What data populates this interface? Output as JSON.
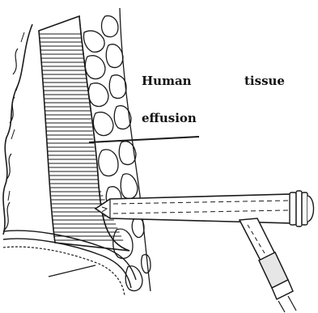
{
  "annotation": {
    "word1": "Human",
    "word2": "tissue",
    "line2": "effusion"
  },
  "colors": {
    "ink": "#1a1a1a",
    "background": "#ffffff"
  }
}
